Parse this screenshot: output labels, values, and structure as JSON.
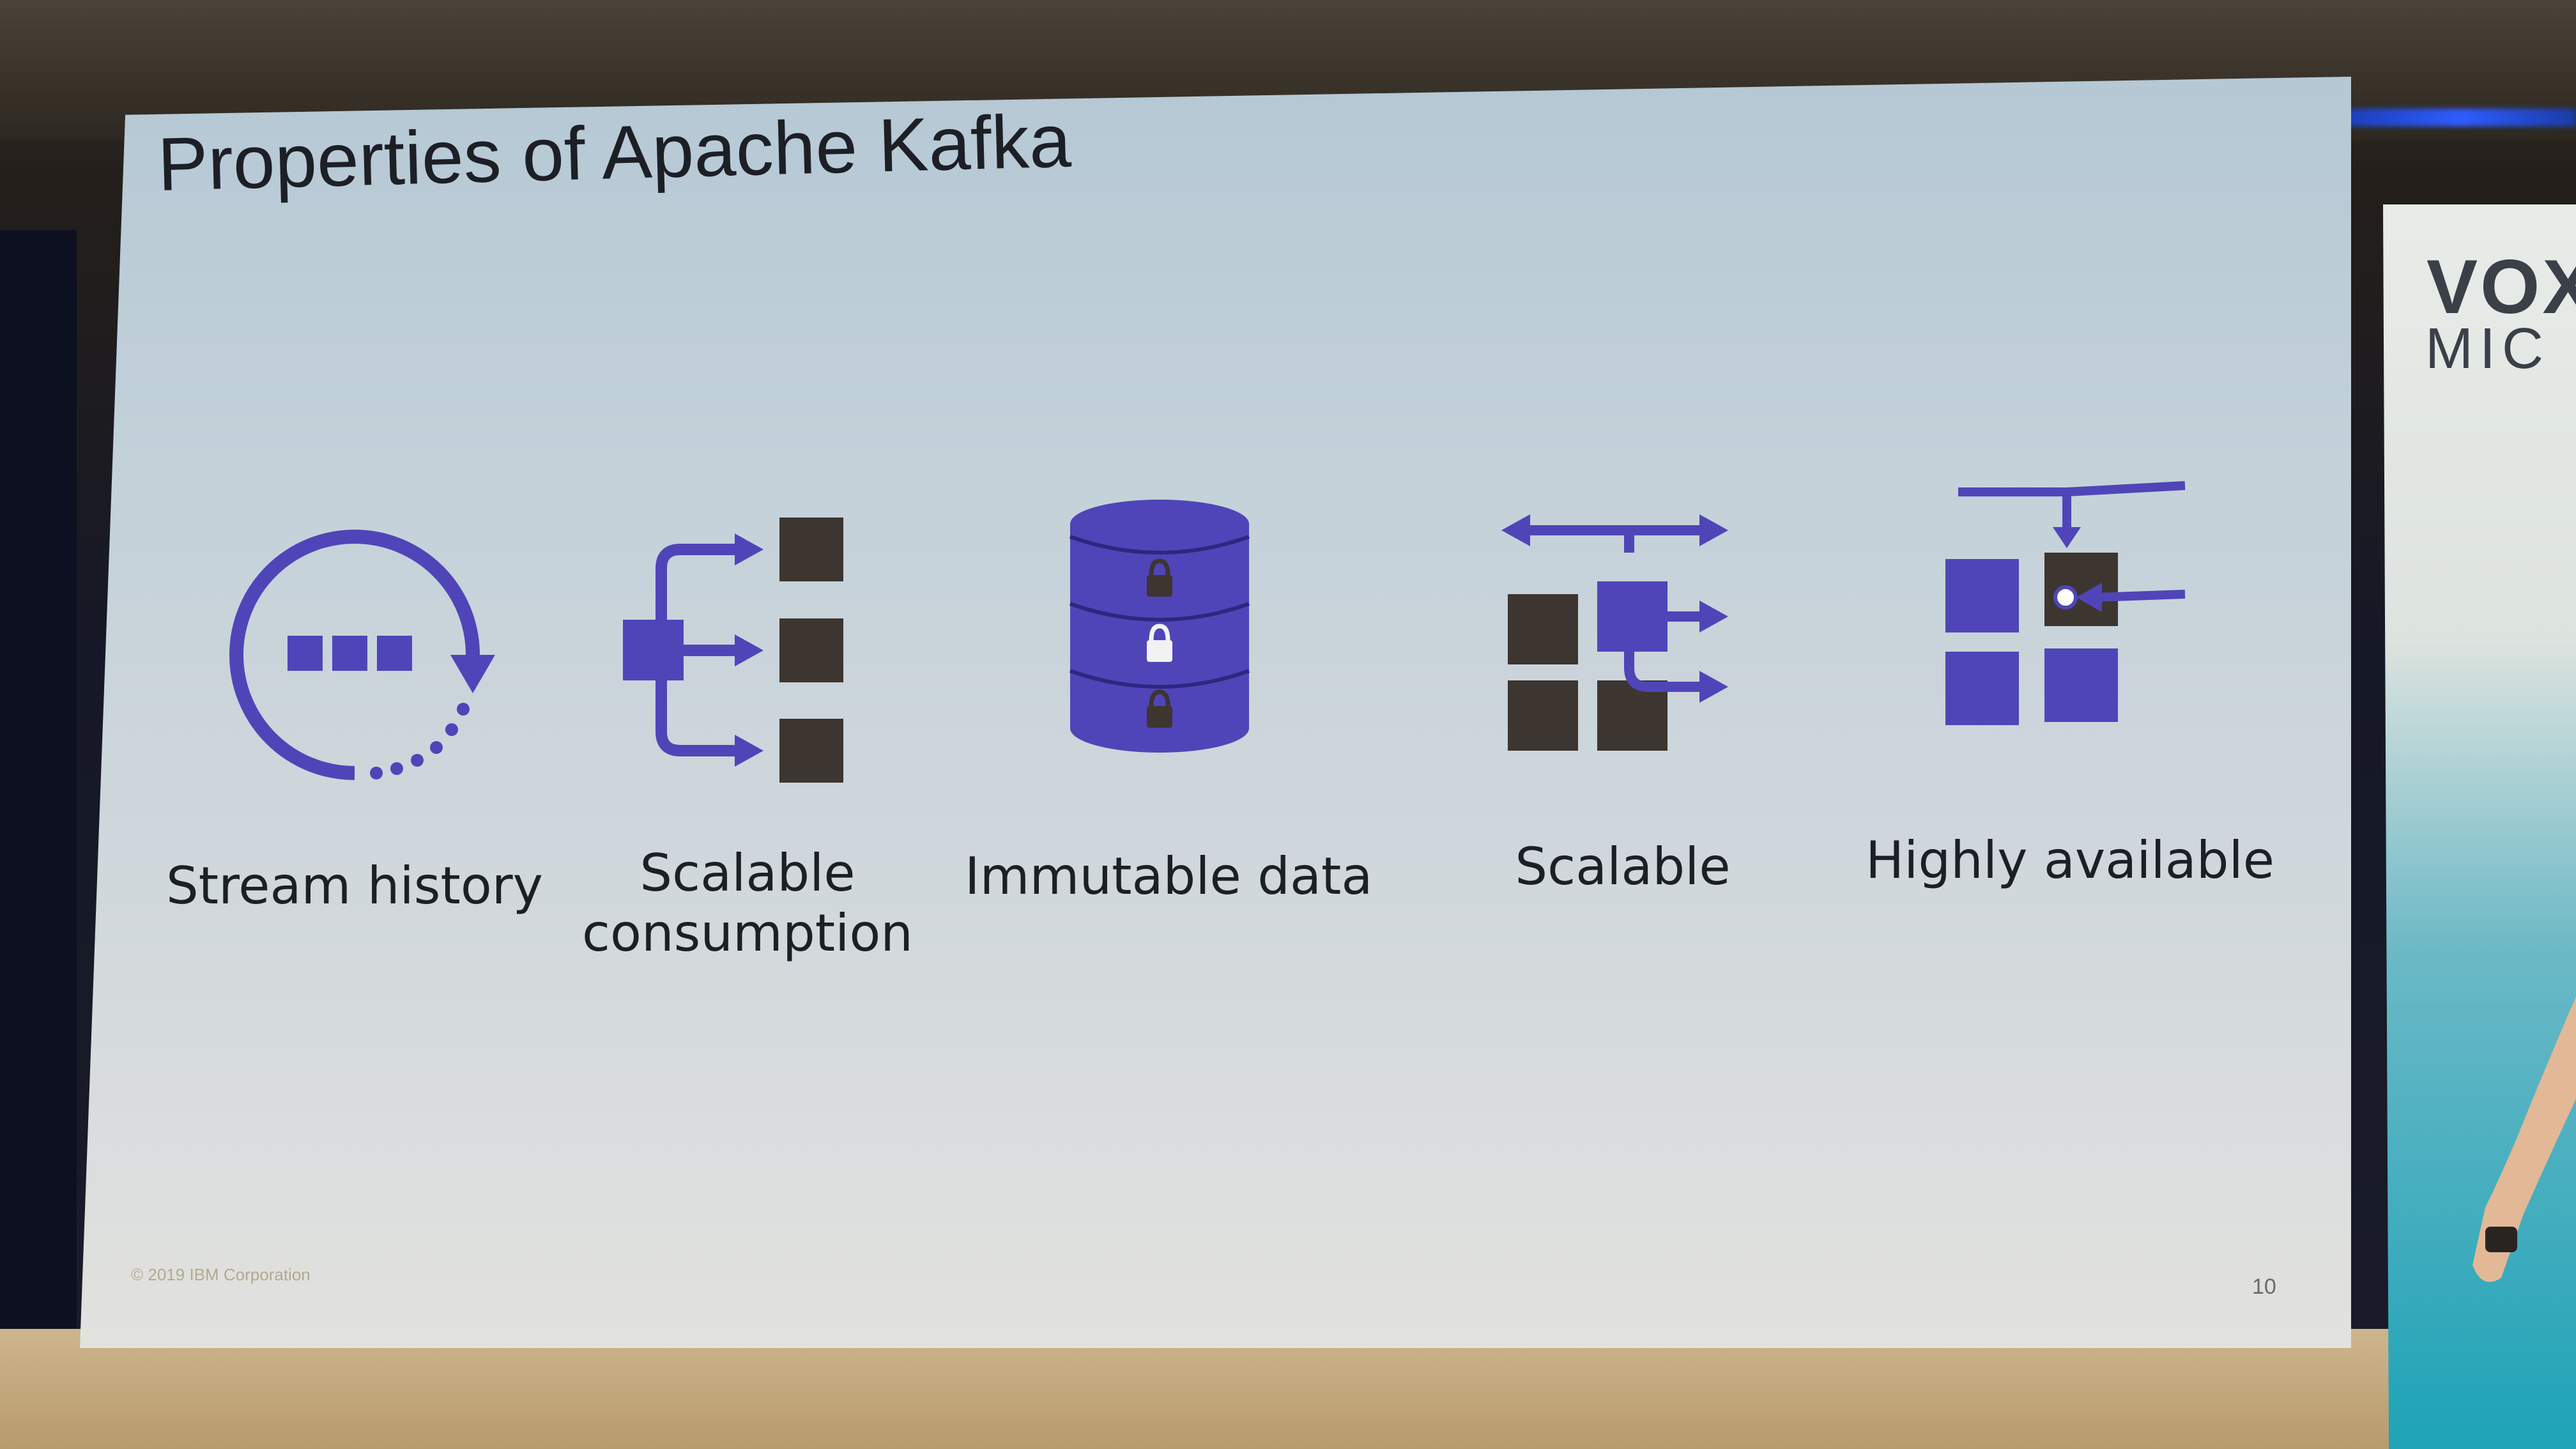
{
  "slide": {
    "title": "Properties of Apache Kafka",
    "copyright": "© 2019 IBM Corporation",
    "page_number": "10"
  },
  "properties": [
    {
      "label": "Stream history",
      "icon": "stream-history-icon"
    },
    {
      "label_line1": "Scalable",
      "label_line2": "consumption",
      "icon": "scalable-consumption-icon"
    },
    {
      "label": "Immutable data",
      "icon": "immutable-data-icon"
    },
    {
      "label": "Scalable",
      "icon": "scalable-icon"
    },
    {
      "label": "Highly available",
      "icon": "highly-available-icon"
    }
  ],
  "banner": {
    "line1": "VOX",
    "line2": "MIC"
  },
  "colors": {
    "icon_purple": "#4f45b8",
    "icon_brown": "#3d3530",
    "slide_text": "#1d1f26"
  }
}
